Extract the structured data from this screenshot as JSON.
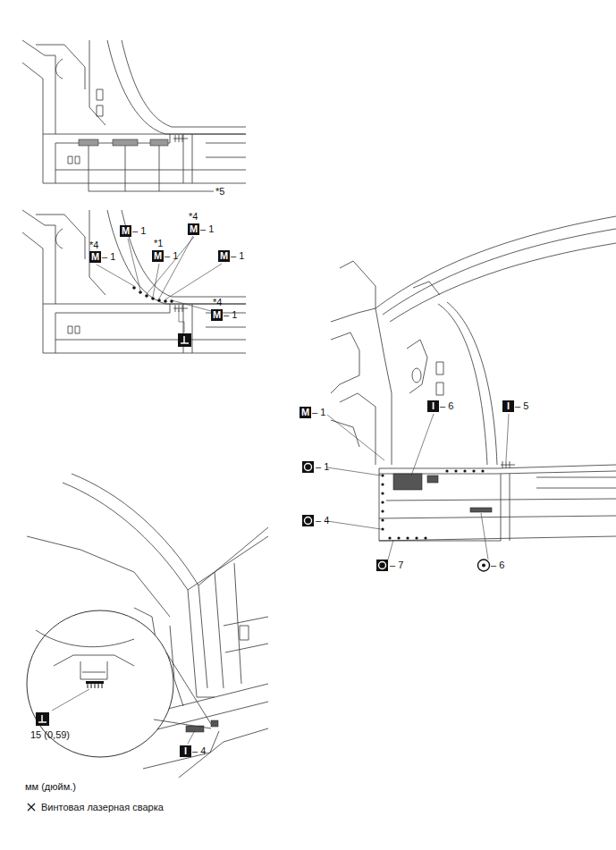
{
  "diagram": {
    "labels": [
      "*5",
      "*4",
      "M",
      "– 1",
      "M",
      "– 1",
      "*4",
      "M",
      "– 1",
      "*1",
      "M",
      "– 1",
      "M",
      "– 1",
      "*4",
      "M",
      "– 1",
      "M",
      "– 1",
      "I",
      "– 6",
      "I",
      "– 5",
      "– 1",
      "– 4",
      "– 7",
      "– 6",
      "15 (0,59)",
      "I",
      "– 4",
      "мм (дюйм.)"
    ],
    "legend": [
      {
        "text": "Винтовая лазерная сварка"
      }
    ]
  }
}
